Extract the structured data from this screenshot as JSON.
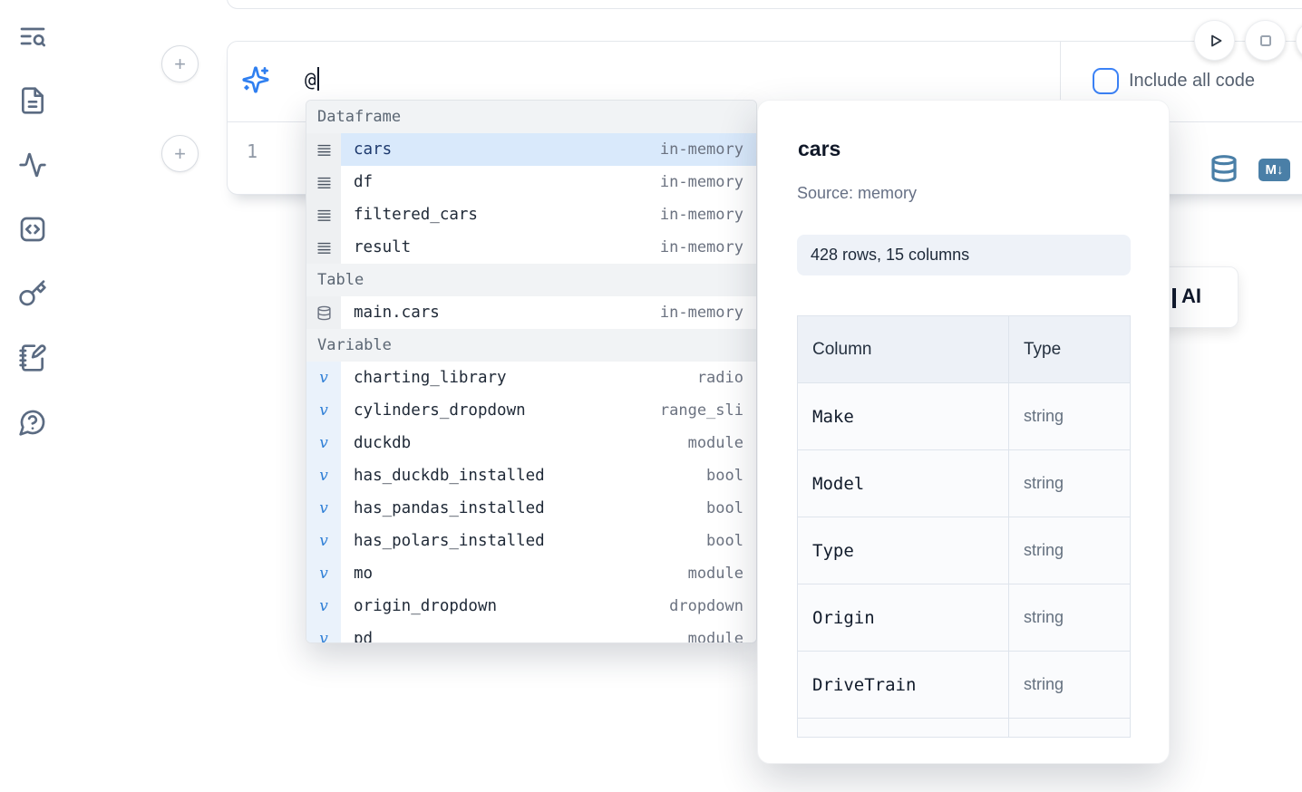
{
  "sidebar": {
    "icons": [
      "text-search",
      "file-text",
      "activity",
      "code-square",
      "key",
      "notebook-pen",
      "help-chat"
    ]
  },
  "cell_actions": {
    "add_cell_top": "+",
    "add_cell_bottom": "+"
  },
  "prompt": {
    "value": "@"
  },
  "toolbar": {
    "include_all_code_label": "Include all code",
    "include_all_code_checked": false
  },
  "editor": {
    "line_number": "1"
  },
  "output_toolbar": {
    "markdown_badge": "M↓"
  },
  "ai_button": {
    "visible_label": "AI"
  },
  "autocomplete": {
    "sections": [
      {
        "label": "Dataframe",
        "items": [
          {
            "name": "cars",
            "type": "in-memory",
            "icon": "dataframe-rows-icon",
            "selected": true
          },
          {
            "name": "df",
            "type": "in-memory",
            "icon": "dataframe-rows-icon",
            "selected": false
          },
          {
            "name": "filtered_cars",
            "type": "in-memory",
            "icon": "dataframe-rows-icon",
            "selected": false
          },
          {
            "name": "result",
            "type": "in-memory",
            "icon": "dataframe-rows-icon",
            "selected": false
          }
        ]
      },
      {
        "label": "Table",
        "items": [
          {
            "name": "main.cars",
            "type": "in-memory",
            "icon": "database-icon",
            "selected": false
          }
        ]
      },
      {
        "label": "Variable",
        "items": [
          {
            "name": "charting_library",
            "type": "radio",
            "icon": "variable-icon",
            "selected": false
          },
          {
            "name": "cylinders_dropdown",
            "type": "range_sli",
            "icon": "variable-icon",
            "selected": false
          },
          {
            "name": "duckdb",
            "type": "module",
            "icon": "variable-icon",
            "selected": false
          },
          {
            "name": "has_duckdb_installed",
            "type": "bool",
            "icon": "variable-icon",
            "selected": false
          },
          {
            "name": "has_pandas_installed",
            "type": "bool",
            "icon": "variable-icon",
            "selected": false
          },
          {
            "name": "has_polars_installed",
            "type": "bool",
            "icon": "variable-icon",
            "selected": false
          },
          {
            "name": "mo",
            "type": "module",
            "icon": "variable-icon",
            "selected": false
          },
          {
            "name": "origin_dropdown",
            "type": "dropdown",
            "icon": "variable-icon",
            "selected": false
          },
          {
            "name": "pd",
            "type": "module",
            "icon": "variable-icon",
            "selected": false,
            "clipped": true
          }
        ]
      }
    ],
    "variable_glyph": "v"
  },
  "preview": {
    "title": "cars",
    "source": "Source: memory",
    "shape_badge": "428 rows, 15 columns",
    "table": {
      "headers": [
        "Column",
        "Type"
      ],
      "rows": [
        {
          "column": "Make",
          "type": "string"
        },
        {
          "column": "Model",
          "type": "string"
        },
        {
          "column": "Type",
          "type": "string"
        },
        {
          "column": "Origin",
          "type": "string"
        },
        {
          "column": "DriveTrain",
          "type": "string"
        }
      ]
    }
  },
  "colors": {
    "accent_blue": "#3b82f6",
    "steel_blue": "#4a7fa7",
    "selected_row_bg": "#d9e9fb",
    "selected_row_text": "#1e3a6e",
    "icon_slate": "#5b6b82"
  }
}
